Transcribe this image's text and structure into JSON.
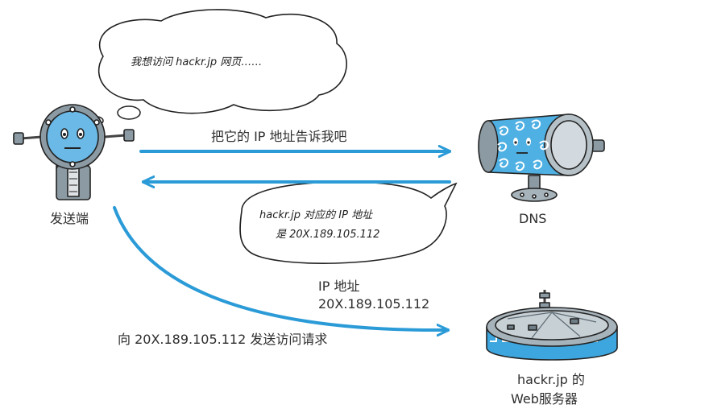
{
  "thought_bubble": {
    "text": "我想访问 hackr.jp 网页……"
  },
  "arrow_request_label": "把它的 IP 地址告诉我吧",
  "reply_bubble": {
    "line1": "hackr.jp 对应的 IP 地址",
    "line2": "是 20X.189.105.112"
  },
  "ip_label": {
    "line1": "IP 地址",
    "line2": "20X.189.105.112"
  },
  "access_label": "向 20X.189.105.112 发送访问请求",
  "sender": {
    "label": "发送端"
  },
  "dns": {
    "label": "DNS"
  },
  "server": {
    "line1": "hackr.jp 的",
    "line2": "Web服务器"
  },
  "colors": {
    "arrow": "#2b9bd8",
    "robot_body": "#8c9aa3",
    "robot_face": "#6ab9e6",
    "dns_face": "#4fb0e3",
    "server_band": "#3ea6de",
    "outline": "#222222"
  }
}
